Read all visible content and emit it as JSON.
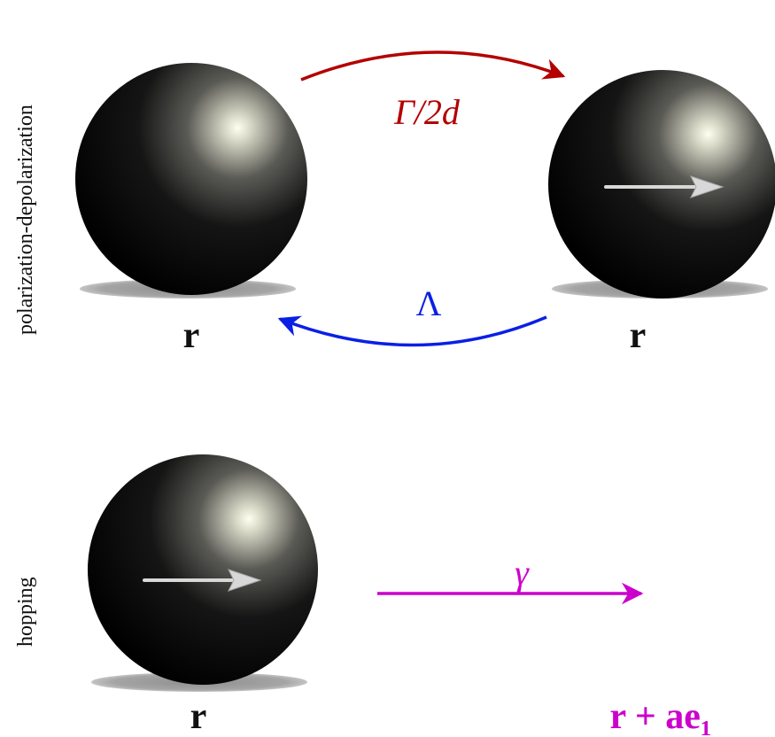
{
  "sections": {
    "polarization": {
      "label": "polarization-depolarization"
    },
    "hopping": {
      "label": "hopping"
    }
  },
  "rates": {
    "polarize": {
      "label": "Γ/2d",
      "color": "#b30000"
    },
    "depolarize": {
      "label": "Λ",
      "color": "#0a1fe6"
    },
    "hop": {
      "label": "γ",
      "color": "#cc00cc"
    }
  },
  "positions": {
    "left_top": "r",
    "right_top": "r",
    "left_bottom": "r",
    "hop_target": "r + ae₁"
  },
  "colors": {
    "sphere_dark": "#000000",
    "sphere_highlight": "#ffffee",
    "shadow": "#9a9a9a",
    "polarization_arrow": "#d8d8d8"
  },
  "icons": {
    "sphere": "sphere-icon",
    "polarization": "polarization-arrow-icon"
  }
}
